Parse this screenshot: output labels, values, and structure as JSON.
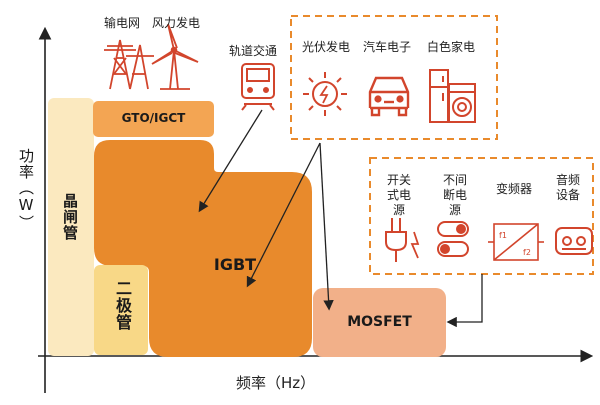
{
  "axes": {
    "y_label": "功率（W）",
    "x_label": "频率（Hz）"
  },
  "blocks": {
    "thyristor": "晶闸管",
    "gto": "GTO/IGCT",
    "diode": "二极管",
    "igbt": "IGBT",
    "mosfet": "MOSFET"
  },
  "applications": {
    "grid": "输电网",
    "wind": "风力发电",
    "rail": "轨道交通",
    "solar": "光伏发电",
    "auto": "汽车电子",
    "appliance": "白色家电",
    "smps": "开关式电源",
    "ups": "不间断电源",
    "inverter": "变频器",
    "audio": "音频设备"
  },
  "colors": {
    "orange": "#e88a2c",
    "light_orange": "#f3a553",
    "peach": "#f2b089",
    "pale_yellow": "#fbe9bf",
    "yellow": "#f8d887",
    "icon_red": "#d2452c",
    "dash": "#e98a2c"
  }
}
